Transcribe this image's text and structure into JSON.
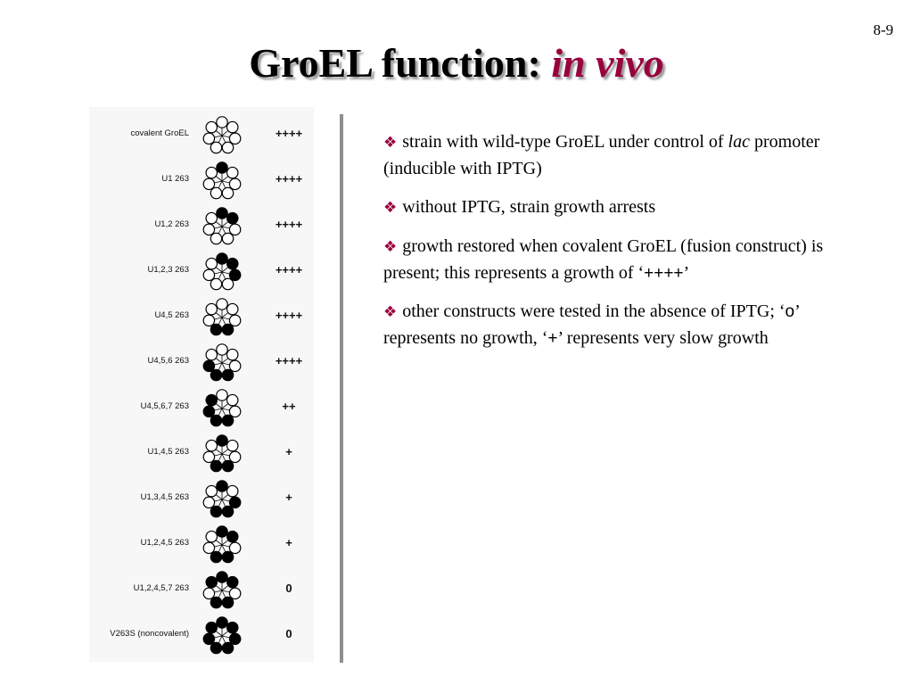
{
  "slide_number": "8-9",
  "title": {
    "main": "GroEL function: ",
    "emphasis": "in vivo"
  },
  "figure": {
    "rows": [
      {
        "label": "covalent GroEL",
        "growth": "++++",
        "filled": []
      },
      {
        "label": "U1  263",
        "growth": "++++",
        "filled": [
          1
        ]
      },
      {
        "label": "U1,2  263",
        "growth": "++++",
        "filled": [
          1,
          2
        ]
      },
      {
        "label": "U1,2,3  263",
        "growth": "++++",
        "filled": [
          1,
          2,
          3
        ]
      },
      {
        "label": "U4,5  263",
        "growth": "++++",
        "filled": [
          4,
          5
        ]
      },
      {
        "label": "U4,5,6  263",
        "growth": "++++",
        "filled": [
          4,
          5,
          6
        ]
      },
      {
        "label": "U4,5,6,7  263",
        "growth": "++",
        "filled": [
          4,
          5,
          6,
          7
        ]
      },
      {
        "label": "U1,4,5  263",
        "growth": "+",
        "filled": [
          1,
          4,
          5
        ]
      },
      {
        "label": "U1,3,4,5  263",
        "growth": "+",
        "filled": [
          1,
          3,
          4,
          5
        ]
      },
      {
        "label": "U1,2,4,5  263",
        "growth": "+",
        "filled": [
          1,
          2,
          4,
          5
        ]
      },
      {
        "label": "U1,2,4,5,7  263",
        "growth": "0",
        "filled": [
          1,
          2,
          4,
          5,
          7
        ]
      },
      {
        "label": "V263S  (noncovalent)",
        "growth": "0",
        "filled": [
          1,
          2,
          3,
          4,
          5,
          6,
          7
        ]
      }
    ]
  },
  "bullets": {
    "b1": {
      "text_a": "strain with wild-type GroEL under control of ",
      "italic": "lac",
      "text_b": " promoter (inducible with IPTG)"
    },
    "b2": {
      "text": "without IPTG, strain growth arrests"
    },
    "b3": {
      "text_a": "growth restored when covalent GroEL (fusion construct) is present; this represents a growth of ‘",
      "symbol": "++++",
      "text_b": "’"
    },
    "b4": {
      "text_a": "other constructs were tested in the absence of IPTG; ‘",
      "sym_none": "o",
      "text_b": "’ represents no growth, ‘",
      "sym_slow": "+",
      "text_c": "’ represents very slow growth"
    }
  },
  "marker_icon": "diamond-bullet-icon",
  "colors": {
    "accent": "#99003d",
    "divider": "#8f8f8f",
    "subunit_filled": "#000000",
    "subunit_open": "#ffffff"
  }
}
